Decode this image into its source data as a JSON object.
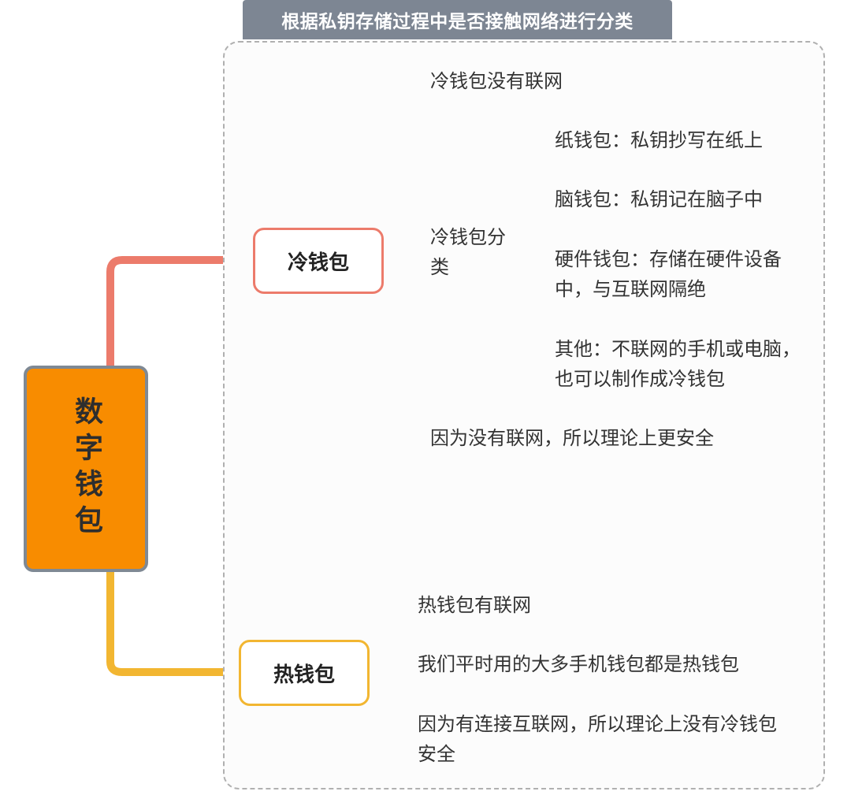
{
  "title_box": {
    "label": "根据私钥存储过程中是否接触网络进行分类"
  },
  "root": {
    "label": "数字钱包"
  },
  "cold": {
    "label": "冷钱包",
    "items": [
      "冷钱包没有联网",
      "冷钱包分类",
      "因为没有联网，所以理论上更安全"
    ],
    "subcategories": [
      "纸钱包：私钥抄写在纸上",
      "脑钱包：私钥记在脑子中",
      "硬件钱包：存储在硬件设备中，与互联网隔绝",
      "其他：不联网的手机或电脑，也可以制作成冷钱包"
    ]
  },
  "hot": {
    "label": "热钱包",
    "items": [
      "热钱包有联网",
      "我们平时用的大多手机钱包都是热钱包",
      "因为有连接互联网，所以理论上没有冷钱包安全"
    ]
  },
  "colors": {
    "root_fill": "#f88c00",
    "root_border": "#7f8994",
    "cold_line": "#ec7b6b",
    "hot_line": "#f2b631",
    "title_bg": "#7d8693"
  }
}
